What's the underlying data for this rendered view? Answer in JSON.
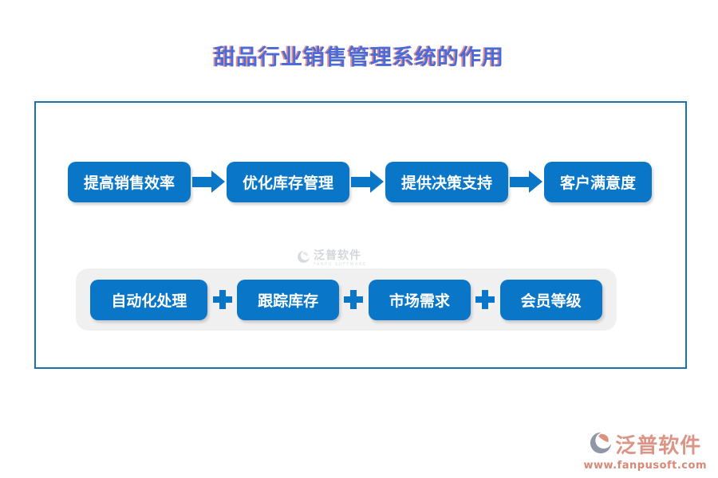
{
  "title": "甜品行业销售管理系统的作用",
  "flow": {
    "steps": [
      {
        "label": "提高销售效率"
      },
      {
        "label": "优化库存管理"
      },
      {
        "label": "提供决策支持"
      },
      {
        "label": "客户满意度"
      }
    ]
  },
  "features": {
    "items": [
      {
        "label": "自动化处理"
      },
      {
        "label": "跟踪库存"
      },
      {
        "label": "市场需求"
      },
      {
        "label": "会员等级"
      }
    ]
  },
  "watermark": {
    "brand": "泛普软件",
    "subtext": "FANPU SOFTWARE"
  },
  "footer": {
    "brand": "泛普软件",
    "url": "www.fanpusoft.com"
  },
  "colors": {
    "box_blue": "#0A76C8",
    "border_blue": "#1E6FAD",
    "title_blue": "#4A6BD8",
    "title_shadow_red": "#D9534F",
    "panel_gray": "#F0F0F1",
    "brand_salmon": "#DC9486"
  },
  "icons": [
    "arrow-right-icon",
    "plus-icon",
    "fanpu-logo-icon"
  ]
}
